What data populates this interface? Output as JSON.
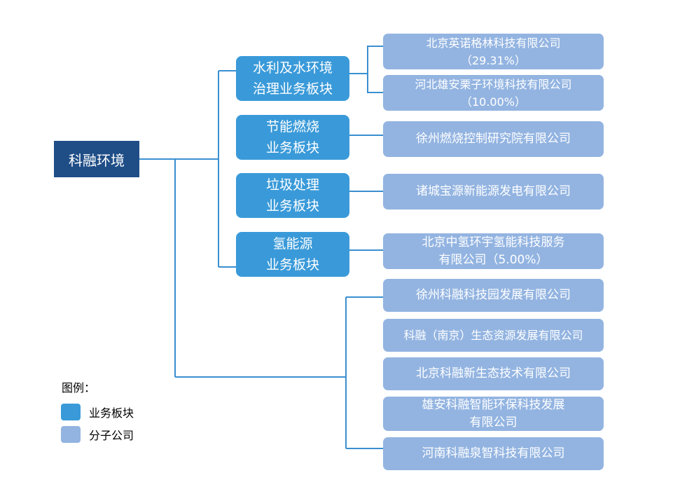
{
  "root": {
    "label": "科融环境"
  },
  "segments": [
    {
      "lines": [
        "水利及水环境",
        "治理业务板块"
      ]
    },
    {
      "lines": [
        "节能燃烧",
        "业务板块"
      ]
    },
    {
      "lines": [
        "垃圾处理",
        "业务板块"
      ]
    },
    {
      "lines": [
        "氢能源",
        "业务板块"
      ]
    }
  ],
  "subsidiaries": [
    {
      "lines": [
        "北京英诺格林科技有限公司",
        "（29.31%）"
      ]
    },
    {
      "lines": [
        "河北雄安栗子环境科技有限公司",
        "（10.00%）"
      ]
    },
    {
      "lines": [
        "徐州燃烧控制研究院有限公司"
      ]
    },
    {
      "lines": [
        "诸城宝源新能源发电有限公司"
      ]
    },
    {
      "lines": [
        "北京中氢环宇氢能科技服务",
        "有限公司（5.00%）"
      ]
    },
    {
      "lines": [
        "徐州科融科技园发展有限公司"
      ]
    },
    {
      "lines": [
        "科融（南京）生态资源发展有限公司"
      ]
    },
    {
      "lines": [
        "北京科融新生态技术有限公司"
      ]
    },
    {
      "lines": [
        "雄安科融智能环保科技发展",
        "有限公司"
      ]
    },
    {
      "lines": [
        "河南科融泉智科技有限公司"
      ]
    }
  ],
  "legend": {
    "title": "图例：",
    "items": [
      {
        "label": "业务板块",
        "color": "#3a9ad9"
      },
      {
        "label": "分子公司",
        "color": "#93b4e1"
      }
    ]
  },
  "colors": {
    "root": "#1f4e87",
    "segment": "#3a9ad9",
    "subsidiary": "#93b4e1",
    "connector": "#3a8fd0"
  }
}
